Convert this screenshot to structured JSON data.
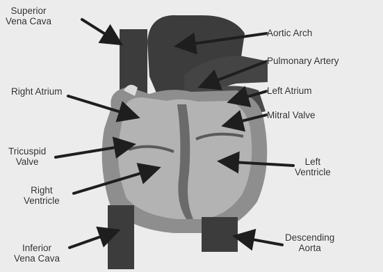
{
  "labels": {
    "superior_vena_cava": [
      "Superior",
      "Vena Cava"
    ],
    "aortic_arch": "Aortic Arch",
    "pulmonary_artery": "Pulmonary Artery",
    "right_atrium": "Right Atrium",
    "left_atrium": "Left Atrium",
    "mitral_valve": "Mitral Valve",
    "tricuspid_valve": [
      "Tricuspid",
      "Valve"
    ],
    "left_ventricle": [
      "Left",
      "Ventricle"
    ],
    "right_ventricle": [
      "Right",
      "Ventricle"
    ],
    "inferior_vena_cava": [
      "Inferior",
      "Vena Cava"
    ],
    "descending_aorta": [
      "Descending",
      "Aorta"
    ]
  },
  "colors": {
    "background": "#ececec",
    "vessel_dark": "#3c3c3c",
    "heart_outer": "#8e8e8e",
    "heart_inner": "#b3b3b3",
    "septum": "#5a5a5a",
    "label_text": "#2b2b2b",
    "arrow": "#1e1e1e"
  }
}
